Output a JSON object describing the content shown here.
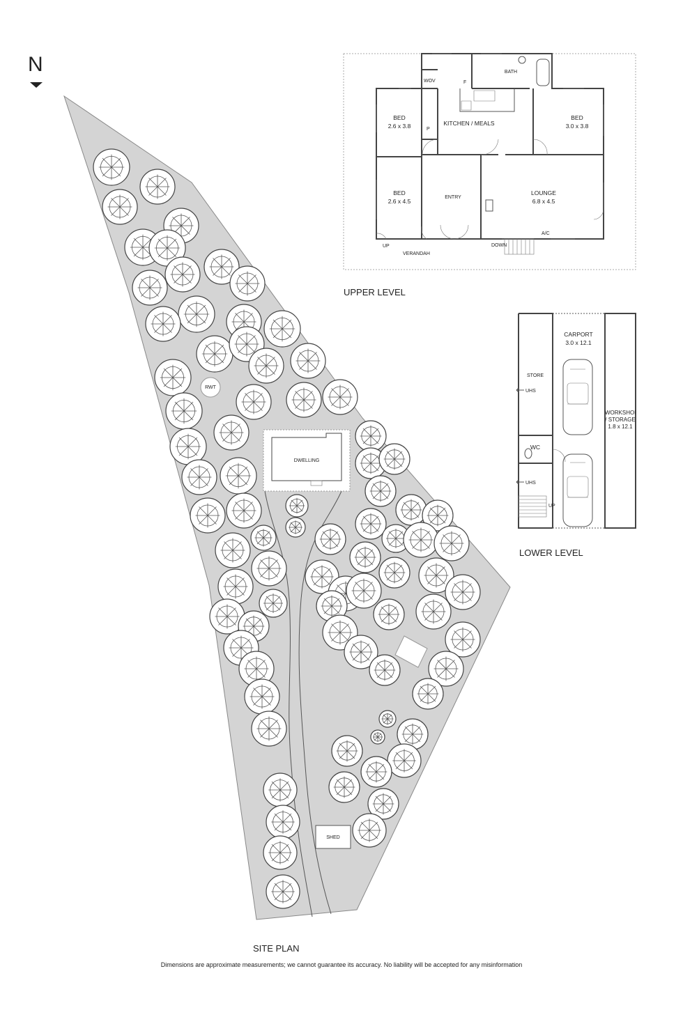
{
  "north": {
    "letter": "N"
  },
  "upper_level": {
    "title": "UPPER LEVEL",
    "rooms": [
      {
        "name": "BED",
        "dims": "2.6 x 3.8"
      },
      {
        "name": "KITCHEN / MEALS",
        "dims": ""
      },
      {
        "name": "BED",
        "dims": "3.0 x 3.8"
      },
      {
        "name": "BED",
        "dims": "2.6 x 4.5"
      },
      {
        "name": "ENTRY",
        "dims": ""
      },
      {
        "name": "LOUNGE",
        "dims": "6.8 x 4.5"
      }
    ],
    "labels": {
      "bath": "BATH",
      "wov": "WOV",
      "p": "P",
      "f": "F",
      "verandah": "VERANDAH",
      "up": "UP",
      "down": "DOWN",
      "ac": "A/C"
    }
  },
  "lower_level": {
    "title": "LOWER LEVEL",
    "carport_name": "CARPORT",
    "carport_dims": "3.0 x 12.1",
    "store": "STORE",
    "wc": "WC",
    "workshop_name": "WORKSHOP / STORAGE",
    "workshop_dims": "1.8 x 12.1",
    "uhs": "UHS",
    "up": "UP"
  },
  "site_plan": {
    "title": "SITE PLAN",
    "dwelling": "DWELLING",
    "rwt": "RWT",
    "shed": "SHED"
  },
  "disclaimer": "Dimensions are approximate measurements; we cannot guarantee its accuracy. No liability will be accepted for any misinformation"
}
